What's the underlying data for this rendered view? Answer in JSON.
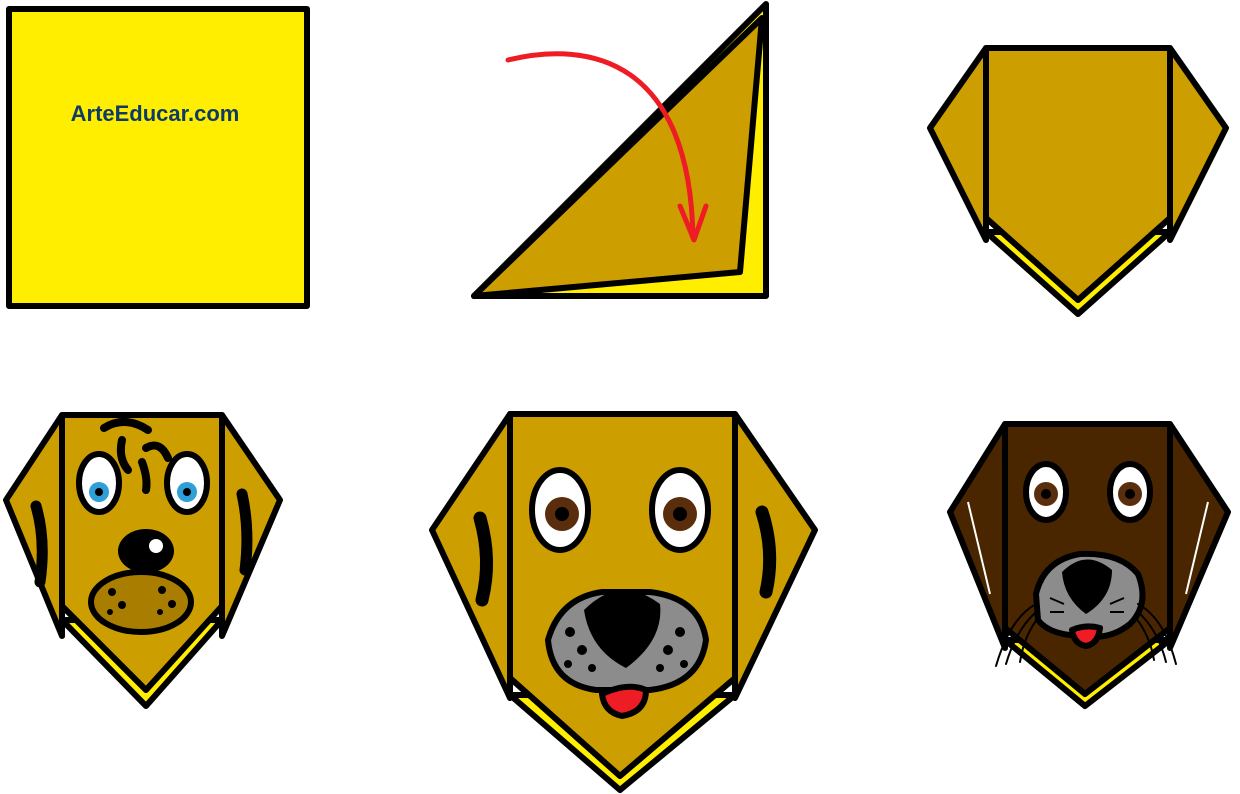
{
  "brand": {
    "text": "ArteEducar.com"
  },
  "colors": {
    "paper_yellow": "#ffee00",
    "fold_gold": "#cc9e00",
    "dark_brown": "#4a2600",
    "outline": "#000000",
    "arrow_red": "#ee1c24",
    "brand_text": "#0d3b66",
    "eye_blue": "#2e9fd8",
    "eye_brown": "#5a2d0c",
    "muzzle_gray": "#8c8c8c",
    "tongue_red": "#ee1c24"
  },
  "steps": [
    {
      "kind": "square-paper"
    },
    {
      "kind": "diagonal-fold",
      "arrow": "fold-down"
    },
    {
      "kind": "ears-folded"
    },
    {
      "kind": "face-spotted",
      "eye_color": "blue"
    },
    {
      "kind": "face-big-muzzle",
      "eye_color": "brown"
    },
    {
      "kind": "face-brown-whiskers",
      "eye_color": "brown"
    }
  ]
}
